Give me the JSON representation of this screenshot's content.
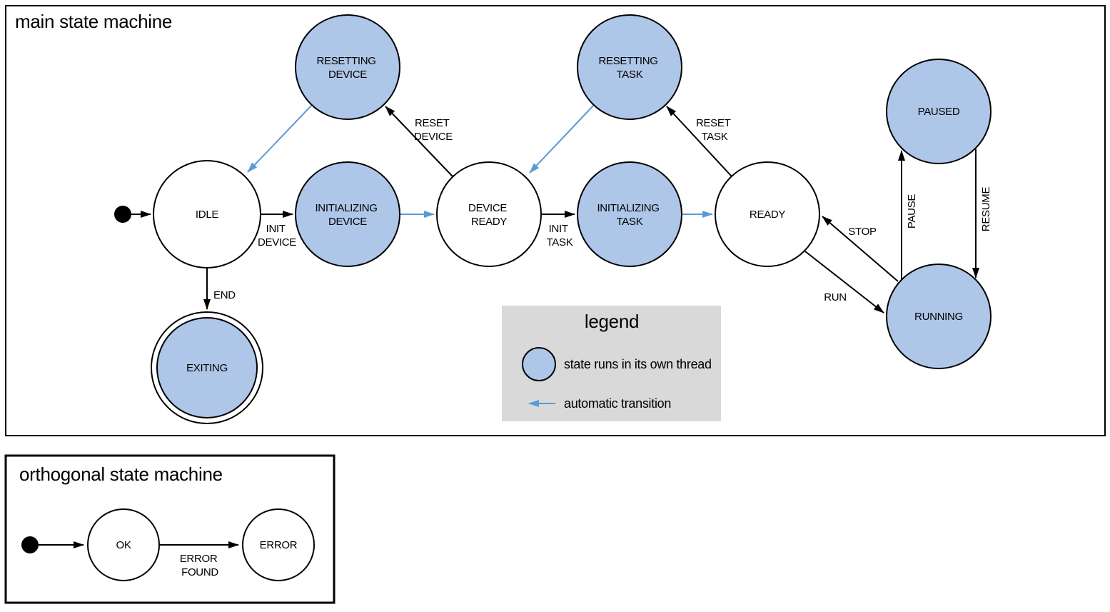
{
  "colors": {
    "threaded_state_fill": "#aec6e8",
    "state_outline": "#000000",
    "automatic_transition_blue": "#5b9bd5",
    "legend_background": "#d9d9d9"
  },
  "main_machine": {
    "title": "main state machine",
    "states": {
      "idle": "IDLE",
      "initializing_device": [
        "INITIALIZING",
        "DEVICE"
      ],
      "device_ready": [
        "DEVICE",
        "READY"
      ],
      "initializing_task": [
        "INITIALIZING",
        "TASK"
      ],
      "ready": "READY",
      "resetting_device": [
        "RESETTING",
        "DEVICE"
      ],
      "resetting_task": [
        "RESETTING",
        "TASK"
      ],
      "paused": "PAUSED",
      "running": "RUNNING",
      "exiting": "EXITING"
    },
    "transitions": {
      "init_device": [
        "INIT",
        "DEVICE"
      ],
      "init_task": [
        "INIT",
        "TASK"
      ],
      "reset_device": [
        "RESET",
        "DEVICE"
      ],
      "reset_task": [
        "RESET",
        "TASK"
      ],
      "end": "END",
      "run": "RUN",
      "stop": "STOP",
      "pause": "PAUSE",
      "resume": "RESUME"
    }
  },
  "legend": {
    "title": "legend",
    "items": [
      {
        "label": "state runs in its own thread"
      },
      {
        "label": "automatic transition"
      }
    ]
  },
  "orthogonal_machine": {
    "title": "orthogonal state machine",
    "states": {
      "ok": "OK",
      "error": "ERROR"
    },
    "transitions": {
      "error_found": [
        "ERROR",
        "FOUND"
      ]
    }
  }
}
